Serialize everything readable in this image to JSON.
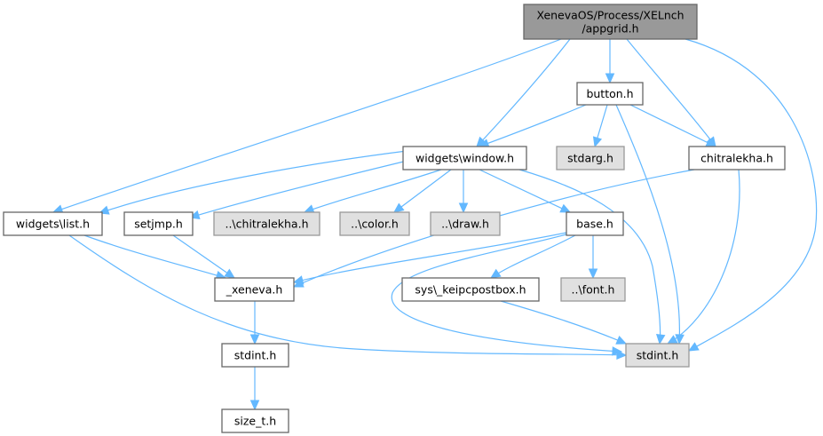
{
  "diagram": {
    "type": "include-dependency-graph",
    "colors": {
      "root_fill": "#999999",
      "local_fill": "#ffffff",
      "external_fill": "#e0e0e0",
      "edge": "#63b8ff"
    },
    "nodes": [
      {
        "id": "root",
        "label_lines": [
          "XenevaOS/Process/XELnch",
          "/appgrid.h"
        ],
        "kind": "root"
      },
      {
        "id": "button",
        "label_lines": [
          "button.h"
        ],
        "kind": "local"
      },
      {
        "id": "window",
        "label_lines": [
          "widgets\\window.h"
        ],
        "kind": "local"
      },
      {
        "id": "stdarg",
        "label_lines": [
          "stdarg.h"
        ],
        "kind": "external"
      },
      {
        "id": "chitralekha",
        "label_lines": [
          "chitralekha.h"
        ],
        "kind": "local"
      },
      {
        "id": "list",
        "label_lines": [
          "widgets\\list.h"
        ],
        "kind": "local"
      },
      {
        "id": "setjmp",
        "label_lines": [
          "setjmp.h"
        ],
        "kind": "local"
      },
      {
        "id": "dchitralekha",
        "label_lines": [
          "..\\chitralekha.h"
        ],
        "kind": "external"
      },
      {
        "id": "color",
        "label_lines": [
          "..\\color.h"
        ],
        "kind": "external"
      },
      {
        "id": "draw",
        "label_lines": [
          "..\\draw.h"
        ],
        "kind": "external"
      },
      {
        "id": "base",
        "label_lines": [
          "base.h"
        ],
        "kind": "local"
      },
      {
        "id": "xeneva",
        "label_lines": [
          "_xeneva.h"
        ],
        "kind": "local"
      },
      {
        "id": "keipc",
        "label_lines": [
          "sys\\_keipcpostbox.h"
        ],
        "kind": "local"
      },
      {
        "id": "font",
        "label_lines": [
          "..\\font.h"
        ],
        "kind": "external"
      },
      {
        "id": "stdint_ext",
        "label_lines": [
          "stdint.h"
        ],
        "kind": "external"
      },
      {
        "id": "stdint_loc",
        "label_lines": [
          "stdint.h"
        ],
        "kind": "local"
      },
      {
        "id": "size_t",
        "label_lines": [
          "size_t.h"
        ],
        "kind": "local"
      }
    ],
    "edges": [
      {
        "from": "root",
        "to": "list"
      },
      {
        "from": "root",
        "to": "window"
      },
      {
        "from": "root",
        "to": "button"
      },
      {
        "from": "root",
        "to": "chitralekha"
      },
      {
        "from": "root",
        "to": "stdint_ext"
      },
      {
        "from": "button",
        "to": "window"
      },
      {
        "from": "button",
        "to": "stdarg"
      },
      {
        "from": "button",
        "to": "chitralekha"
      },
      {
        "from": "button",
        "to": "stdint_ext"
      },
      {
        "from": "window",
        "to": "list"
      },
      {
        "from": "window",
        "to": "setjmp"
      },
      {
        "from": "window",
        "to": "dchitralekha"
      },
      {
        "from": "window",
        "to": "color"
      },
      {
        "from": "window",
        "to": "draw"
      },
      {
        "from": "window",
        "to": "base"
      },
      {
        "from": "window",
        "to": "stdint_ext"
      },
      {
        "from": "chitralekha",
        "to": "xeneva"
      },
      {
        "from": "chitralekha",
        "to": "stdint_ext"
      },
      {
        "from": "list",
        "to": "xeneva"
      },
      {
        "from": "list",
        "to": "stdint_ext"
      },
      {
        "from": "setjmp",
        "to": "xeneva"
      },
      {
        "from": "base",
        "to": "xeneva"
      },
      {
        "from": "base",
        "to": "keipc"
      },
      {
        "from": "base",
        "to": "font"
      },
      {
        "from": "base",
        "to": "stdint_ext"
      },
      {
        "from": "keipc",
        "to": "stdint_ext"
      },
      {
        "from": "xeneva",
        "to": "stdint_loc"
      },
      {
        "from": "stdint_loc",
        "to": "size_t"
      }
    ]
  }
}
